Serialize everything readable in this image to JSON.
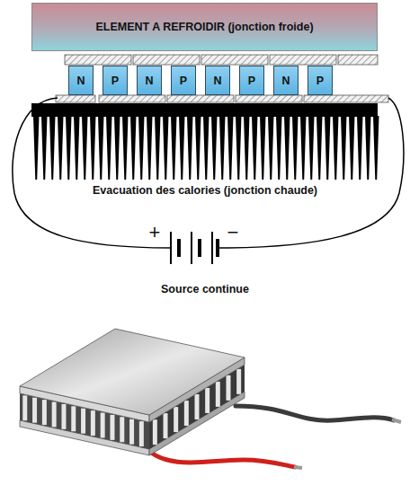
{
  "diagram": {
    "nodes": [
      {
        "text": [
          "ELEMENT A REFROIDIR (jonction froide)"
        ]
      },
      {
        "text": [
          "N"
        ]
      },
      {
        "text": [
          "P"
        ]
      },
      {
        "text": [
          "N"
        ]
      },
      {
        "text": [
          "P"
        ]
      },
      {
        "text": [
          "N"
        ]
      },
      {
        "text": [
          "P"
        ]
      },
      {
        "text": [
          "N"
        ]
      },
      {
        "text": [
          "P"
        ]
      }
    ],
    "labels": [
      "Evacuation des calories (jonction chaude)",
      "+",
      "−",
      "Source continue"
    ]
  }
}
